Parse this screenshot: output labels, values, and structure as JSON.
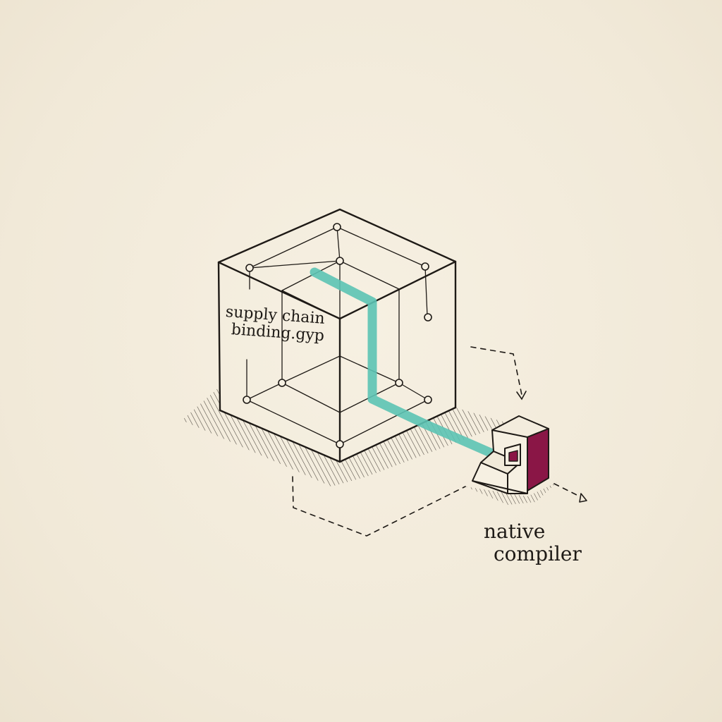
{
  "cube": {
    "label_line1": "supply chain",
    "label_line2": "binding.gyp"
  },
  "compiler": {
    "label_line1": "native",
    "label_line2": "compiler"
  },
  "colors": {
    "ink": "#1e1a16",
    "path_teal": "#5cc3b4",
    "compiler_accent": "#8a1646",
    "paper": "#f3ecdc"
  }
}
